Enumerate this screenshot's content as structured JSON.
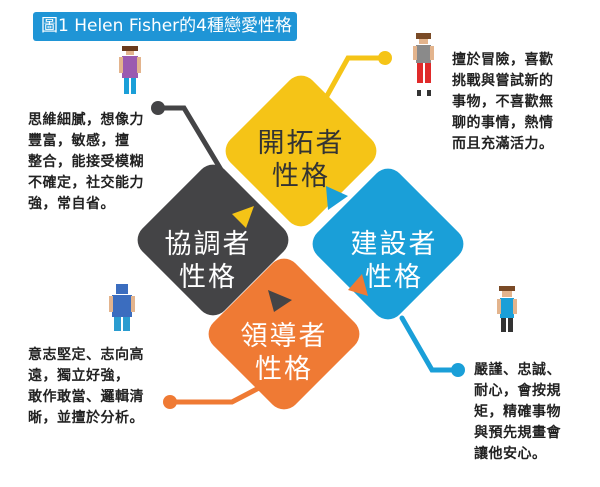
{
  "title": "圖1 Helen Fisher的4種戀愛性格",
  "types": {
    "pioneer": {
      "name1": "開拓者",
      "name2": "性格",
      "color": "#f5c417",
      "desc": [
        "擅於冒險，喜歡",
        "挑戰與嘗試新的",
        "事物，不喜歡無",
        "聊的事情，熱情",
        "而且充滿活力。"
      ]
    },
    "builder": {
      "name1": "建設者",
      "name2": "性格",
      "color": "#1a9fd8",
      "desc": [
        "嚴謹、忠誠、",
        "耐心，會按規",
        "矩，精確事物",
        "與預先規畫會",
        "讓他安心。"
      ]
    },
    "director": {
      "name1": "領導者",
      "name2": "性格",
      "color": "#ef7a34",
      "desc": [
        "意志堅定、志向高",
        "遠，獨立好強，",
        "敢作敢當、邏輯清",
        "晰，並擅於分析。"
      ]
    },
    "negotiator": {
      "name1": "協調者",
      "name2": "性格",
      "color": "#444446",
      "desc": [
        "思維細膩，想像力",
        "豐富，敏感，擅",
        "整合，能接受模糊",
        "不確定，社交能力",
        "強，常自省。"
      ]
    }
  }
}
